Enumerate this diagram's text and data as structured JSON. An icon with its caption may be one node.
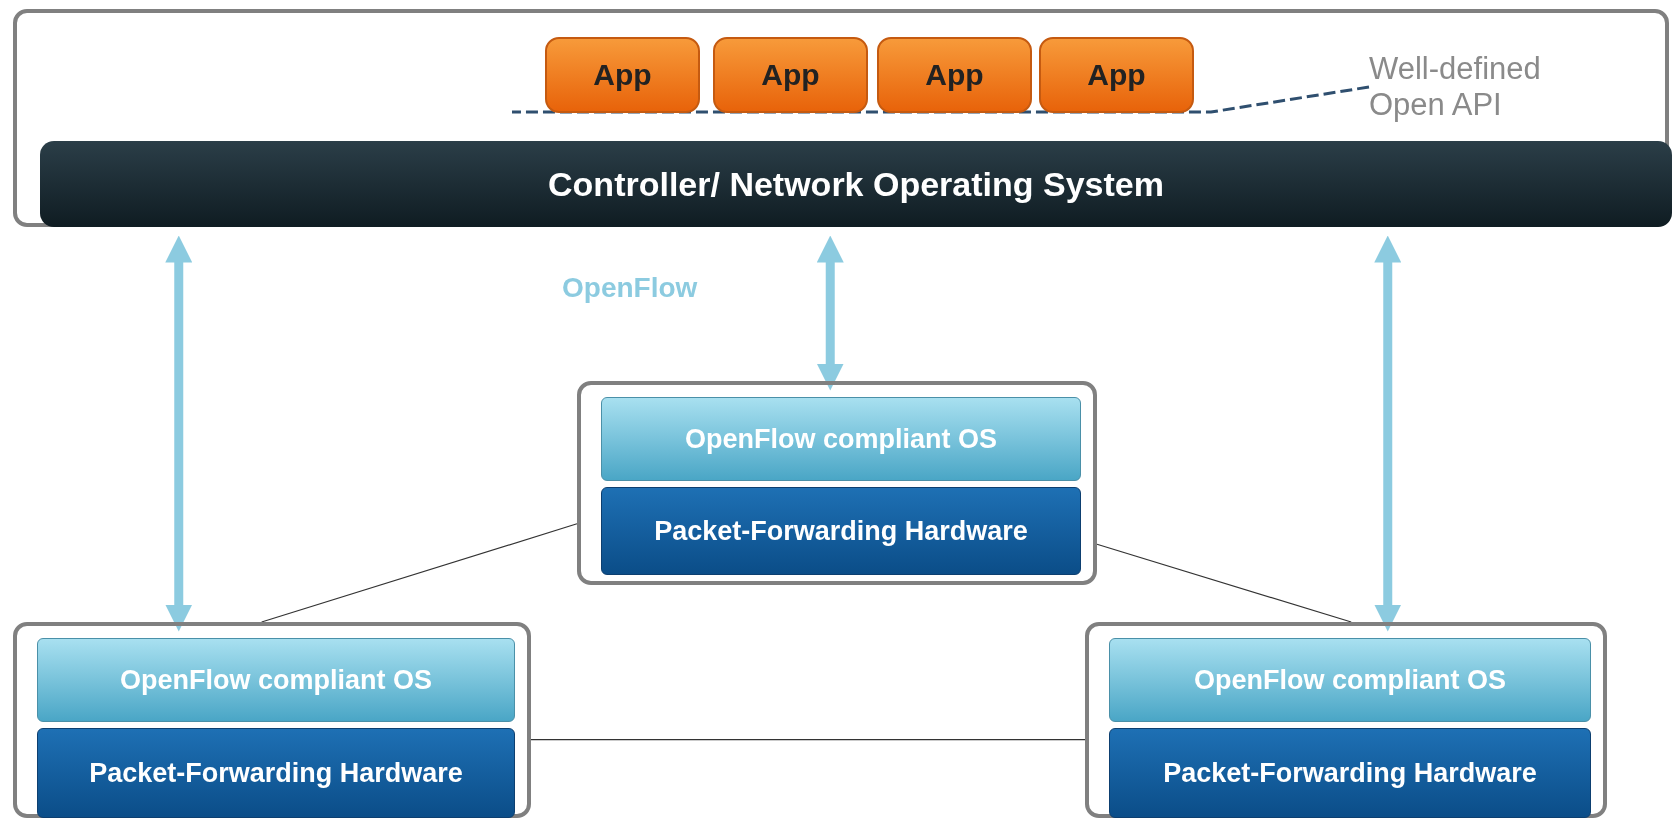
{
  "diagram": {
    "nodes": [
      {
        "text": [],
        "shape": "box"
      },
      {
        "text": [
          "App"
        ],
        "in": 0
      },
      {
        "text": [
          "App"
        ],
        "in": 0
      },
      {
        "text": [
          "App"
        ],
        "in": 0
      },
      {
        "text": [
          "App"
        ],
        "in": 0
      },
      {
        "text": [
          "Controller/ Network Operating System"
        ],
        "in": 0
      },
      {
        "text": [
          "Well-defined Open API"
        ],
        "in": 0
      },
      {
        "text": [],
        "shape": "box"
      },
      {
        "text": [
          "OpenFlow compliant OS"
        ],
        "in": 7
      },
      {
        "text": [
          "Packet-Forwarding Hardware"
        ],
        "in": 7
      },
      {
        "text": [],
        "shape": "box"
      },
      {
        "text": [
          "OpenFlow compliant OS"
        ],
        "in": 10
      },
      {
        "text": [
          "Packet-Forwarding Hardware"
        ],
        "in": 10
      },
      {
        "text": [],
        "shape": "box"
      },
      {
        "text": [
          "OpenFlow compliant OS"
        ],
        "in": 13
      },
      {
        "text": [
          "Packet-Forwarding Hardware"
        ],
        "in": 13
      }
    ],
    "edges": [
      {
        "from": 6,
        "to": null,
        "arrow": "none",
        "style": "dashed",
        "color": "#2f4f6f"
      },
      {
        "from": 10,
        "to": 0,
        "arrow": "both",
        "style": "thick",
        "color": "#8ccbe0"
      },
      {
        "from": 7,
        "to": 0,
        "arrow": "both",
        "style": "thick",
        "color": "#8ccbe0",
        "label": "OpenFlow"
      },
      {
        "from": 13,
        "to": 0,
        "arrow": "both",
        "style": "thick",
        "color": "#8ccbe0"
      },
      {
        "from": 7,
        "to": 10,
        "arrow": "none",
        "color": "#333333"
      },
      {
        "from": 7,
        "to": 13,
        "arrow": "none",
        "color": "#333333"
      },
      {
        "from": 10,
        "to": 13,
        "arrow": "none",
        "color": "#333333"
      }
    ]
  }
}
